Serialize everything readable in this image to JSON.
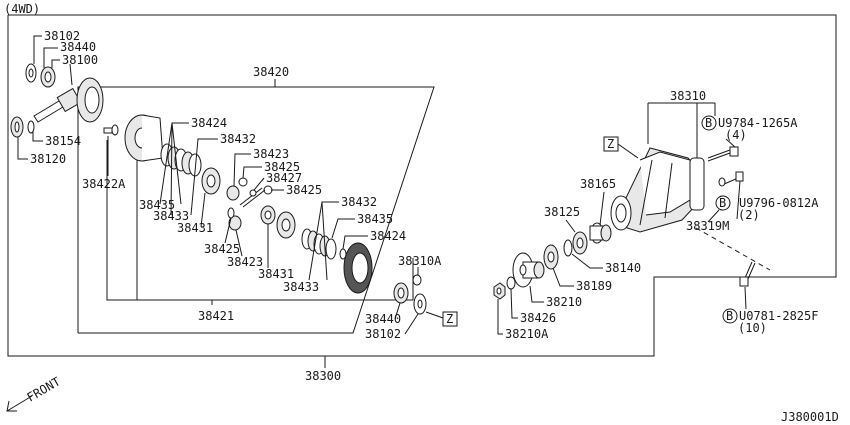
{
  "variant": "(4WD)",
  "drawing_id": "J380001D",
  "front_label": "FRONT",
  "part_labels": {
    "p38102_top": "38102",
    "p38440_top": "38440",
    "p38100": "38100",
    "p38154": "38154",
    "p38120": "38120",
    "p38422A": "38422A",
    "p38420": "38420",
    "p38424_top": "38424",
    "p38432_top": "38432",
    "p38423_top": "38423",
    "p38425_a": "38425",
    "p38427": "38427",
    "p38425_b": "38425",
    "p38435_left": "38435",
    "p38433_left": "38433",
    "p38431_left": "38431",
    "p38425_c": "38425",
    "p38423_bottom": "38423",
    "p38431_right": "38431",
    "p38432_right": "38432",
    "p38435_right": "38435",
    "p38424_right": "38424",
    "p38433_right": "38433",
    "p38421": "38421",
    "p38310A": "38310A",
    "p38440_bottom": "38440",
    "p38102_bottom": "38102",
    "p38300": "38300",
    "p38310": "38310",
    "p38165": "38165",
    "p38125": "38125",
    "p38140": "38140",
    "p38189": "38189",
    "p38210": "38210",
    "p38426": "38426",
    "p38210A": "38210A",
    "p38319M": "38319M",
    "bolt1_code": "U9784-1265A",
    "bolt1_qty": "(4)",
    "bolt2_code": "U9796-0812A",
    "bolt2_qty": "(2)",
    "bolt3_code": "U0781-2825F",
    "bolt3_qty": "(10)",
    "bolt_marker": "B",
    "ref_marker": "Z"
  }
}
